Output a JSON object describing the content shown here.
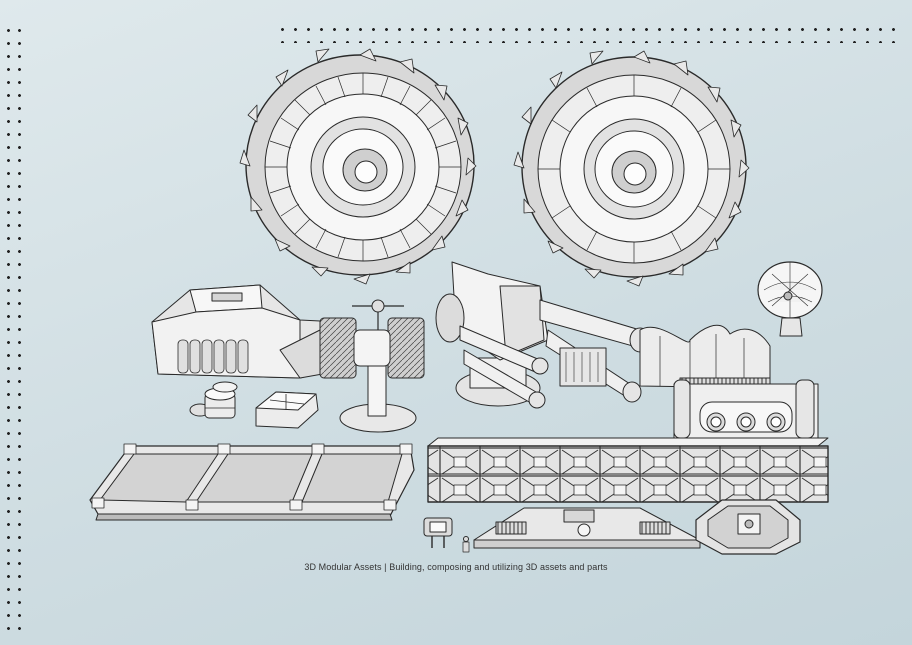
{
  "caption": "3D Modular Assets | Building, composing and utilizing 3D assets and parts",
  "colors": {
    "background_light": "#dfe9ec",
    "background_dark": "#c4d5db",
    "model_fill": "#f1f1f1",
    "model_shade": "#b9b9b9",
    "model_stroke": "#2a2a2a",
    "dots": "#222222"
  },
  "assets": [
    "wheel-left",
    "wheel-right",
    "hangar-building",
    "container-barrels",
    "supply-crate",
    "comm-pylon",
    "twin-cannon-turret",
    "exhaust-unit",
    "satellite-dish",
    "reactor-pipe-module",
    "landing-pad-walkway",
    "lattice-truss-bridge",
    "small-turret",
    "ramp-bunker",
    "octagon-pad",
    "human-scale-figure"
  ]
}
